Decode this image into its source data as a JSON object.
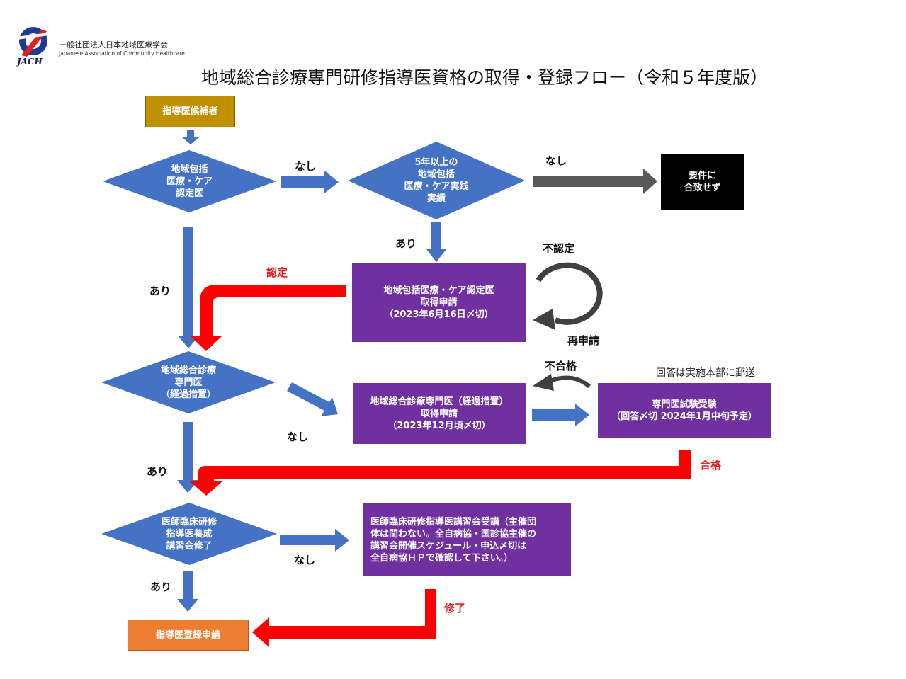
{
  "header": {
    "org_name_ja": "一般社団法人日本地域医療学会",
    "org_name_en": "Japanese Association of Community Healthcare",
    "logo_abbr": "JACH",
    "title": "地域総合診療専門研修指導医資格の取得・登録フロー（令和５年度版）"
  },
  "nodes": {
    "candidate": "指導医候補者",
    "q_community_care": "地域包括\n医療・ケア\n認定医",
    "q_practice_5yr": "5年以上の\n地域包括\n医療・ケア実践\n実績",
    "not_eligible": "要件に\n合致せず",
    "apply_community_care": "地域包括医療・ケア認定医\n取得申請\n（2023年6月16日〆切）",
    "q_specialist": "地域総合診療\n専門医\n（経過措置）",
    "apply_specialist": "地域総合診療専門医（経過措置）\n取得申請\n（2023年12月頃〆切）",
    "exam": "専門医試験受験\n（回答〆切 2024年1月中旬予定）",
    "q_clinical_training": "医師臨床研修\n指導医養成\n講習会修了",
    "take_course": "医師臨床研修指導医講習会受講（主催団\n体は問わない。全自病協・国診協主催の\n講習会開催スケジュール・申込〆切は\n全自病協ＨＰで確認して下さい。）",
    "register": "指導医登録申請"
  },
  "labels": {
    "none_1": "なし",
    "none_2": "なし",
    "yes_1": "あり",
    "yes_2": "あり",
    "certified": "認定",
    "not_certified": "不認定",
    "reapply": "再申請",
    "none_3": "なし",
    "yes_3": "あり",
    "fail": "不合格",
    "answer_note": "回答は実施本部に郵送",
    "pass": "合格",
    "none_4": "なし",
    "yes_4": "あり",
    "completed": "修了"
  },
  "colors": {
    "diamond_blue": "#4472c4",
    "purple": "#7030a0",
    "candidate_gold": "#bf9000",
    "register_orange": "#ed7d31",
    "black_box": "#000000",
    "red_arrow": "#ff0000",
    "gray_arrow": "#595959"
  }
}
